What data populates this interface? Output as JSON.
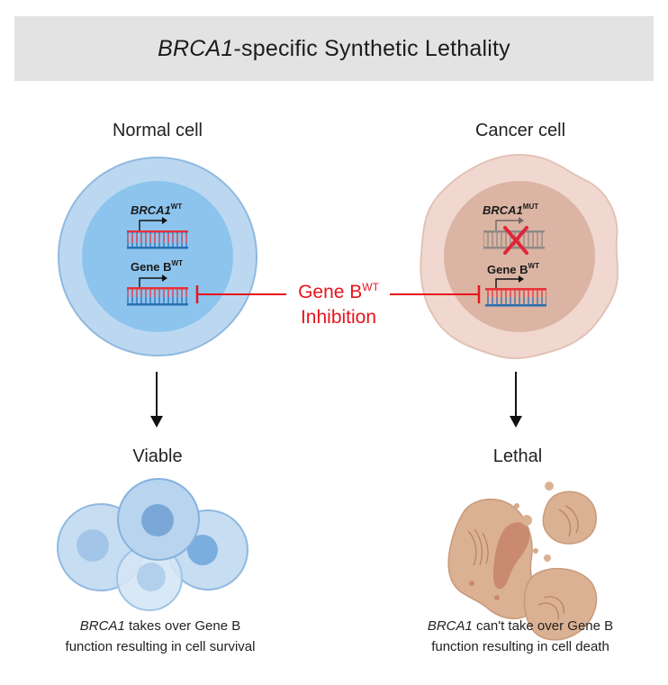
{
  "title": {
    "gene": "BRCA1",
    "rest": "-specific Synthetic Lethality"
  },
  "normal_cell": {
    "label": "Normal cell",
    "gene1": "BRCA1",
    "gene1_sup": "WT",
    "gene2": "Gene B",
    "gene2_sup": "WT",
    "outcome": "Viable",
    "caption_gene": "BRCA1",
    "caption_line1_rest": " takes over Gene B",
    "caption_line2": "function resulting in cell survival"
  },
  "cancer_cell": {
    "label": "Cancer cell",
    "gene1": "BRCA1",
    "gene1_sup": "MUT",
    "gene2": "Gene B",
    "gene2_sup": "WT",
    "outcome": "Lethal",
    "caption_gene": "BRCA1",
    "caption_line1_rest": " can't take over Gene B",
    "caption_line2": "function resulting in cell death"
  },
  "inhibition": {
    "line1": "Gene B",
    "line1_sup": "WT",
    "line2": "Inhibition",
    "color": "#e8141c"
  },
  "colors": {
    "normal_outer": "#bcd8f0",
    "normal_inner": "#8cc4ee",
    "cancer_outer": "#f0d8d0",
    "cancer_inner": "#dcb4a4",
    "dna_red": "#e8303a",
    "dna_blue": "#2a6fb0"
  }
}
